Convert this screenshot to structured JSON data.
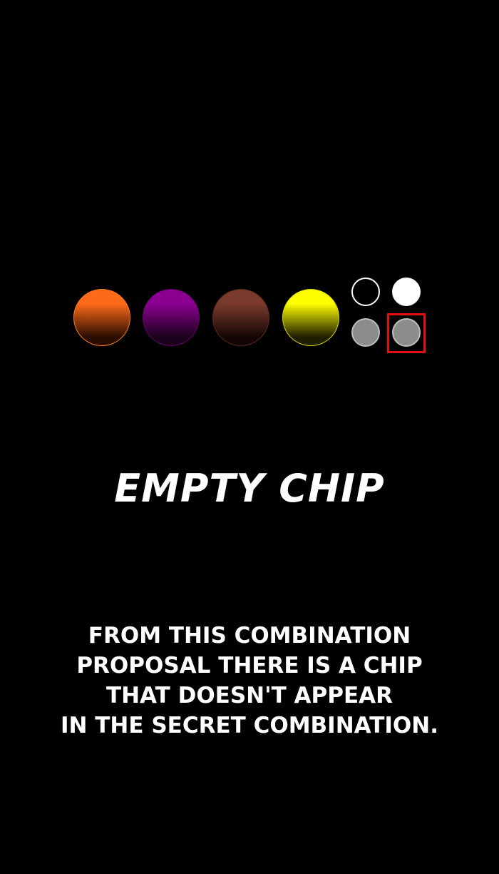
{
  "proposal": {
    "chips": [
      {
        "color_name": "orange",
        "top": "#ff6a1a",
        "bottom": "#2a0c00",
        "edge": "#ff7a1a"
      },
      {
        "color_name": "purple",
        "top": "#8c0090",
        "bottom": "#1a001c",
        "edge": "#6a006e"
      },
      {
        "color_name": "brown",
        "top": "#7a3a2c",
        "bottom": "#140606",
        "edge": "#5a2a20"
      },
      {
        "color_name": "yellow",
        "top": "#ffff00",
        "bottom": "#1e1e00",
        "edge": "#d8d800"
      }
    ],
    "feedback_pegs": [
      "empty-white-ring",
      "white",
      "gray",
      "gray"
    ],
    "highlighted_peg": 4,
    "highlight_color": "#e01010"
  },
  "title": "EMPTY CHIP",
  "description": {
    "lines": [
      "FROM THIS COMBINATION",
      "PROPOSAL THERE IS A CHIP",
      "THAT DOESN'T APPEAR",
      "IN THE SECRET COMBINATION."
    ]
  }
}
